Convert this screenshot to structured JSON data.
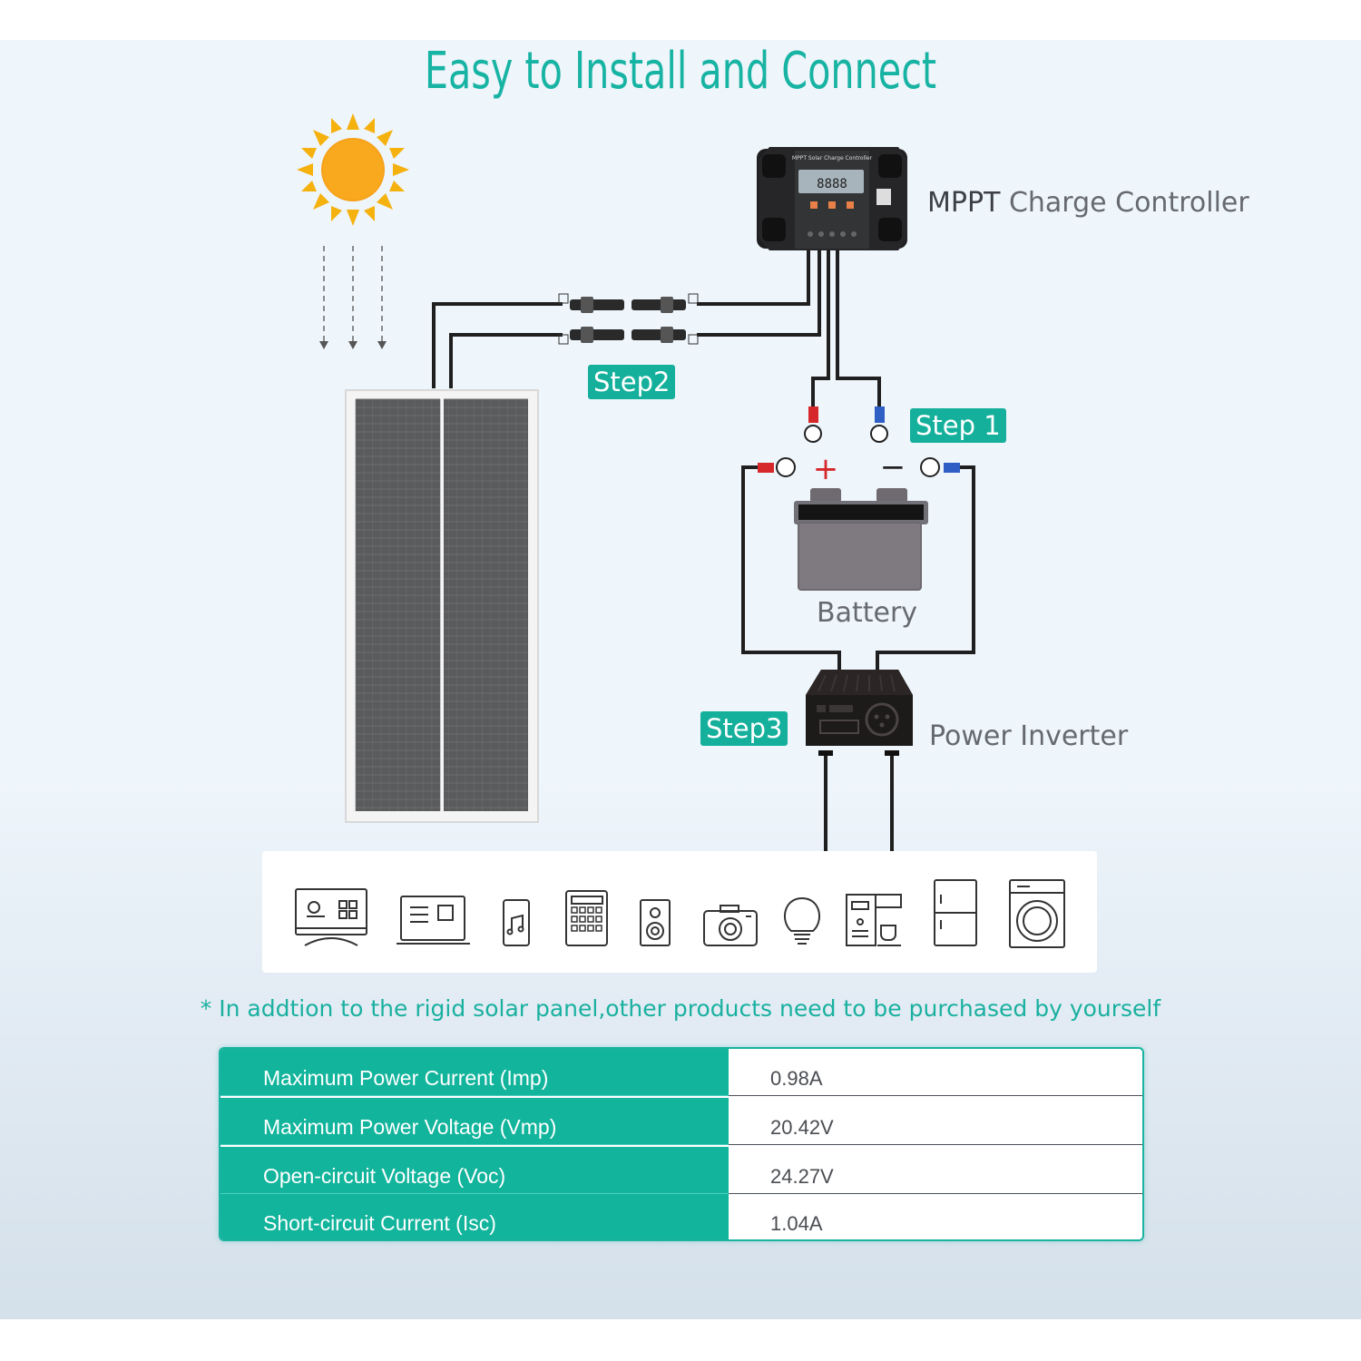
{
  "title": "Easy to Install and Connect",
  "labels": {
    "controller_strong": "MPPT",
    "controller_rest": "Charge Controller",
    "battery": "Battery",
    "inverter": "Power Inverter",
    "controller_device_text": "MPPT Solar Charge Controller",
    "controller_screen": "8888"
  },
  "steps": {
    "step1": "Step 1",
    "step2": "Step2",
    "step3": "Step3"
  },
  "polarity": {
    "plus": "+",
    "minus": "−"
  },
  "appliances": [
    "tv-icon",
    "laptop-icon",
    "phone-music-icon",
    "calculator-icon",
    "speaker-icon",
    "camera-icon",
    "light-bulb-icon",
    "coffee-machine-icon",
    "refrigerator-icon",
    "washing-machine-icon"
  ],
  "note": "* In addtion to the rigid solar panel,other products need to be purchased by yourself",
  "specs": [
    {
      "label": "Maximum Power Current (Imp)",
      "value": "0.98A"
    },
    {
      "label": "Maximum Power Voltage (Vmp)",
      "value": "20.42V"
    },
    {
      "label": "Open-circuit Voltage (Voc)",
      "value": "24.27V"
    },
    {
      "label": "Short-circuit Current (Isc)",
      "value": "1.04A"
    }
  ],
  "colors": {
    "accent": "#15b09c",
    "title": "#17b3a3",
    "red_terminal": "#d6282b",
    "blue_terminal": "#2f5fc4"
  }
}
